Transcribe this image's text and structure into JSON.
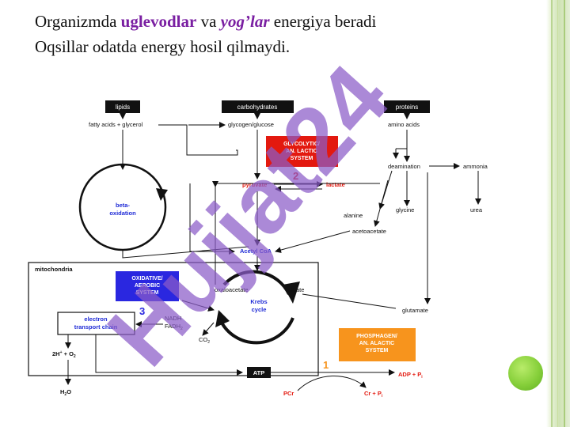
{
  "slide": {
    "line1_a": "Organizmda",
    "line1_kw1": "uglevodlar",
    "line1_b": "va",
    "line1_kw2": "yog’lar",
    "line1_c": "energiya beradi",
    "line2": "Oqsillar odatda energy hosil qilmaydi."
  },
  "diagram": {
    "lipids": "lipids",
    "carbohydrates": "carbohydrates",
    "proteins": "proteins",
    "fatty_acids": "fatty acids + glycerol",
    "glycogen": "glycogen/glucose",
    "amino_acids": "amino acids",
    "glycolytic_1": "GLYCOLYTIC/",
    "glycolytic_2": "AN. LACTIC",
    "glycolytic_3": "SYSTEM",
    "num2": "2",
    "pyruvate": "pyruvate",
    "lactate": "lactate",
    "deamination": "deamination",
    "ammonia": "ammonia",
    "beta_1": "beta-",
    "beta_2": "oxidation",
    "alanine": "alanine",
    "glycine": "glycine",
    "urea": "urea",
    "acetoacetate": "acetoacetate",
    "acetyl_coa": "Acetyl CoA",
    "mitochondria": "mitochondria",
    "oxidative_1": "OXIDATIVE/",
    "oxidative_2": "AEROBIC",
    "oxidative_3": "SYSTEM",
    "oxaloacetate": "oxaloacetate",
    "citrate": "citrate",
    "krebs_1": "Krebs",
    "krebs_2": "cycle",
    "num3": "3",
    "etc_1": "electron",
    "etc_2": "transport chain",
    "nadh": "NADH",
    "fadh": "FADH",
    "fadh_sub": "2",
    "co2": "CO",
    "co2_sub": "2",
    "glutamate": "glutamate",
    "h2o_in_1": "2H",
    "h2o_in_2": "+",
    "h2o_in_3": " + O",
    "h2o_in_sub": "2",
    "h2o": "H",
    "h2o_sub": "2",
    "h2o_o": "O",
    "phospho_1": "PHOSPHAGEN/",
    "phospho_2": "AN. ALACTIC",
    "phospho_3": "SYSTEM",
    "num1": "1",
    "atp": "ATP",
    "adp": "ADP + P",
    "adp_sub": "i",
    "pcr": "PCr",
    "cr": "Cr + P",
    "cr_sub": "i"
  },
  "watermark": {
    "text": "Hujjat24"
  },
  "colors": {
    "keyword": "#7a1fa2",
    "glycolytic_box": "#e3190f",
    "oxidative_box": "#2a27e0",
    "phosphagen_box": "#f7941d",
    "label_blue": "#1f2bd6",
    "label_red": "#e3190f",
    "watermark": "#8b5cc7"
  }
}
